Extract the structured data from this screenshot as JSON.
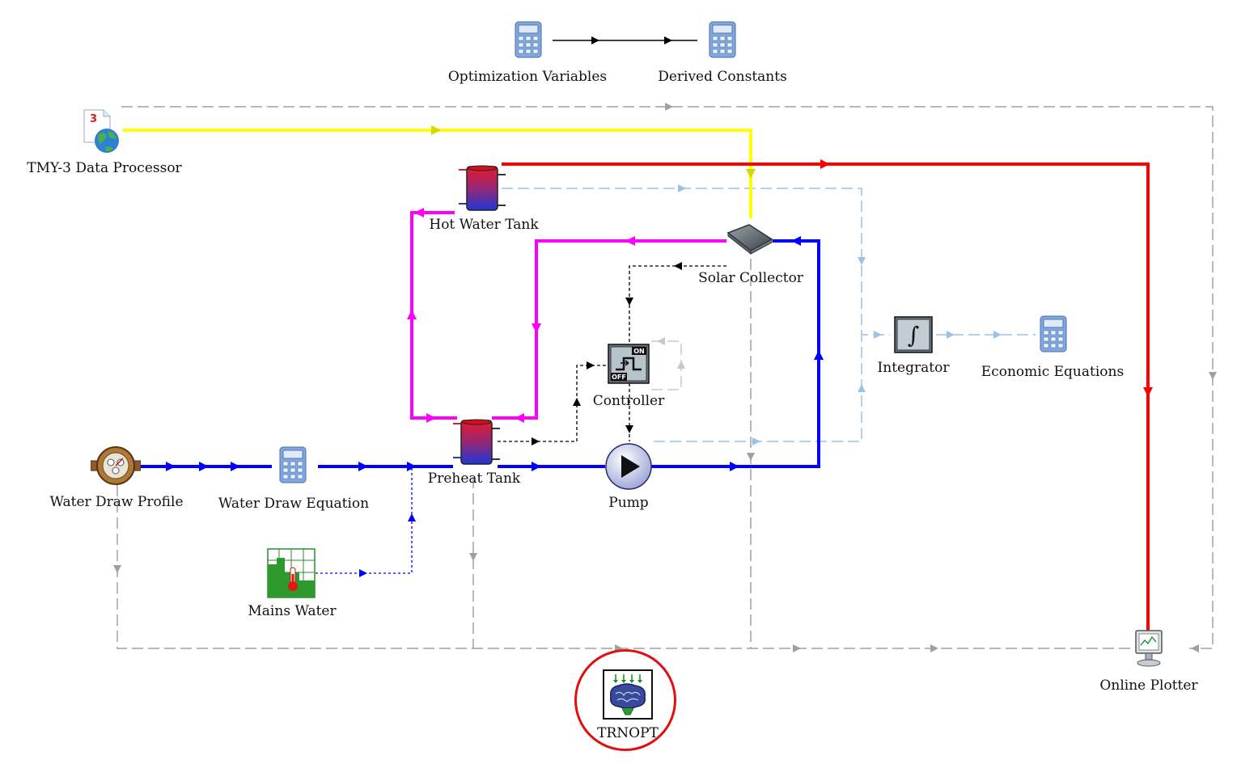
{
  "components": {
    "optimization_variables": {
      "label": "Optimization Variables",
      "icon": "calculator-icon"
    },
    "derived_constants": {
      "label": "Derived Constants",
      "icon": "calculator-icon"
    },
    "tmy3": {
      "label": "TMY-3 Data Processor",
      "icon": "weather-globe-icon",
      "badge": "3"
    },
    "hot_water_tank": {
      "label": "Hot Water Tank",
      "icon": "tank-icon"
    },
    "solar_collector": {
      "label": "Solar Collector",
      "icon": "solar-panel-icon"
    },
    "controller": {
      "label": "Controller",
      "icon": "on-off-controller-icon",
      "on_text": "ON",
      "off_text": "OFF"
    },
    "integrator": {
      "label": "Integrator",
      "icon": "integral-icon",
      "symbol": "∫"
    },
    "economic_equations": {
      "label": "Economic Equations",
      "icon": "calculator-icon"
    },
    "water_draw_profile": {
      "label": "Water Draw Profile",
      "icon": "water-meter-icon"
    },
    "water_draw_equation": {
      "label": "Water Draw Equation",
      "icon": "calculator-icon"
    },
    "preheat_tank": {
      "label": "Preheat Tank",
      "icon": "tank-icon"
    },
    "pump": {
      "label": "Pump",
      "icon": "pump-icon"
    },
    "mains_water": {
      "label": "Mains Water",
      "icon": "temperature-chart-icon"
    },
    "online_plotter": {
      "label": "Online Plotter",
      "icon": "monitor-plotter-icon"
    },
    "trnopt": {
      "label": "TRNOPT",
      "icon": "brain-optimizer-icon",
      "highlight_color": "#e01010"
    }
  },
  "colors": {
    "weather_link": "#ffff00",
    "hot_link": "#ff0000",
    "loop_link": "#ff00ff",
    "cold_link": "#0000ff",
    "control_link": "#000000",
    "info_link": "#a0a0a0",
    "light_link": "#9cc3e6"
  }
}
